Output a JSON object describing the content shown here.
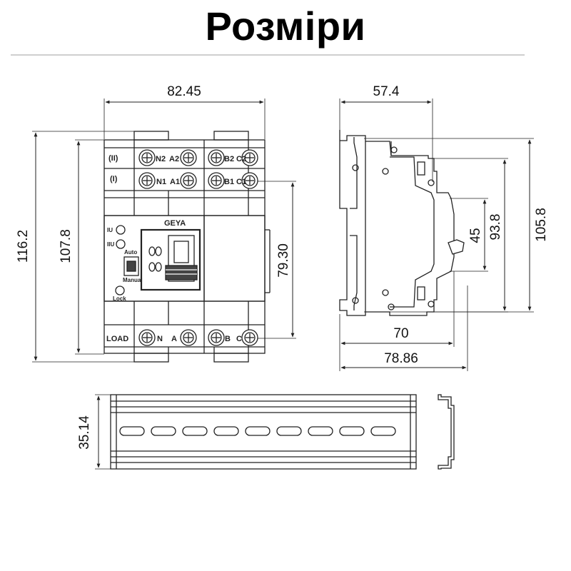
{
  "title": "Розміри",
  "front_view": {
    "width_dim": "82.45",
    "height_total_dim": "116.2",
    "height_body_dim": "107.8",
    "terminal_span_dim": "79.30",
    "row_labels": [
      "(II)",
      "(I)"
    ],
    "top_terminals_row1": [
      "N2",
      "A2",
      "B2",
      "C2"
    ],
    "top_terminals_row2": [
      "N1",
      "A1",
      "B1",
      "C1"
    ],
    "bottom_label": "LOAD",
    "bottom_terminals": [
      "N",
      "A",
      "B",
      "C"
    ],
    "brand": "GEYA",
    "indicators": [
      "IU",
      "IIU"
    ],
    "switch_labels": [
      "Auto",
      "Manual"
    ],
    "lock_label": "Lock"
  },
  "side_view": {
    "top_dim": "57.4",
    "dim_45": "45",
    "dim_93_8": "93.8",
    "dim_105_8": "105.8",
    "dim_70": "70",
    "dim_78_86": "78.86"
  },
  "rail_view": {
    "height_dim": "35.14"
  },
  "colors": {
    "line": "#222222",
    "text": "#111111",
    "background": "#ffffff"
  }
}
